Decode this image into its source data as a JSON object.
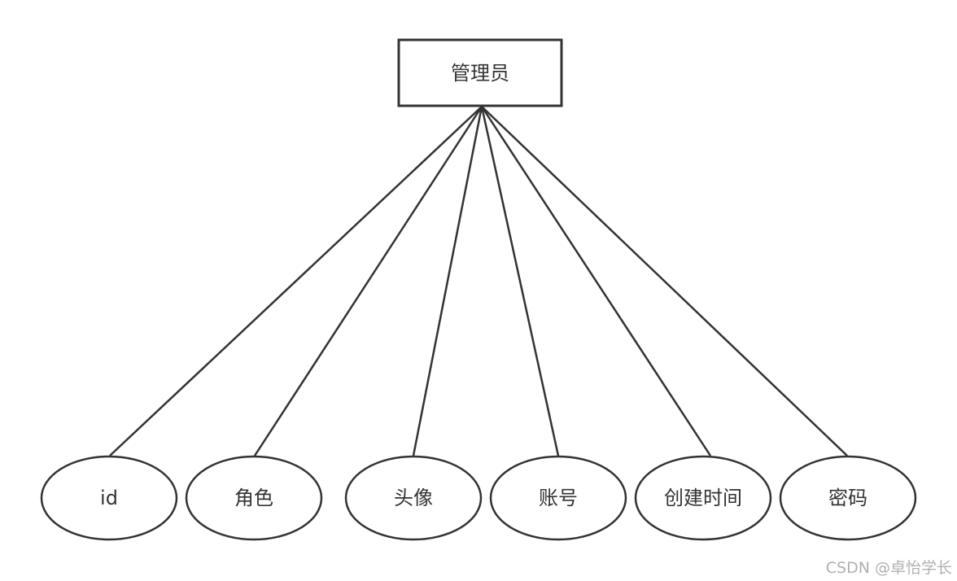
{
  "diagram": {
    "type": "er-diagram",
    "entity": {
      "label": "管理员"
    },
    "attributes": [
      {
        "label": "id"
      },
      {
        "label": "角色"
      },
      {
        "label": "头像"
      },
      {
        "label": "账号"
      },
      {
        "label": "创建时间"
      },
      {
        "label": "密码"
      }
    ]
  },
  "watermark": {
    "text": "CSDN @卓怡学长"
  },
  "colors": {
    "stroke": "#333333",
    "background": "#ffffff",
    "watermark": "#b0b0b0"
  }
}
